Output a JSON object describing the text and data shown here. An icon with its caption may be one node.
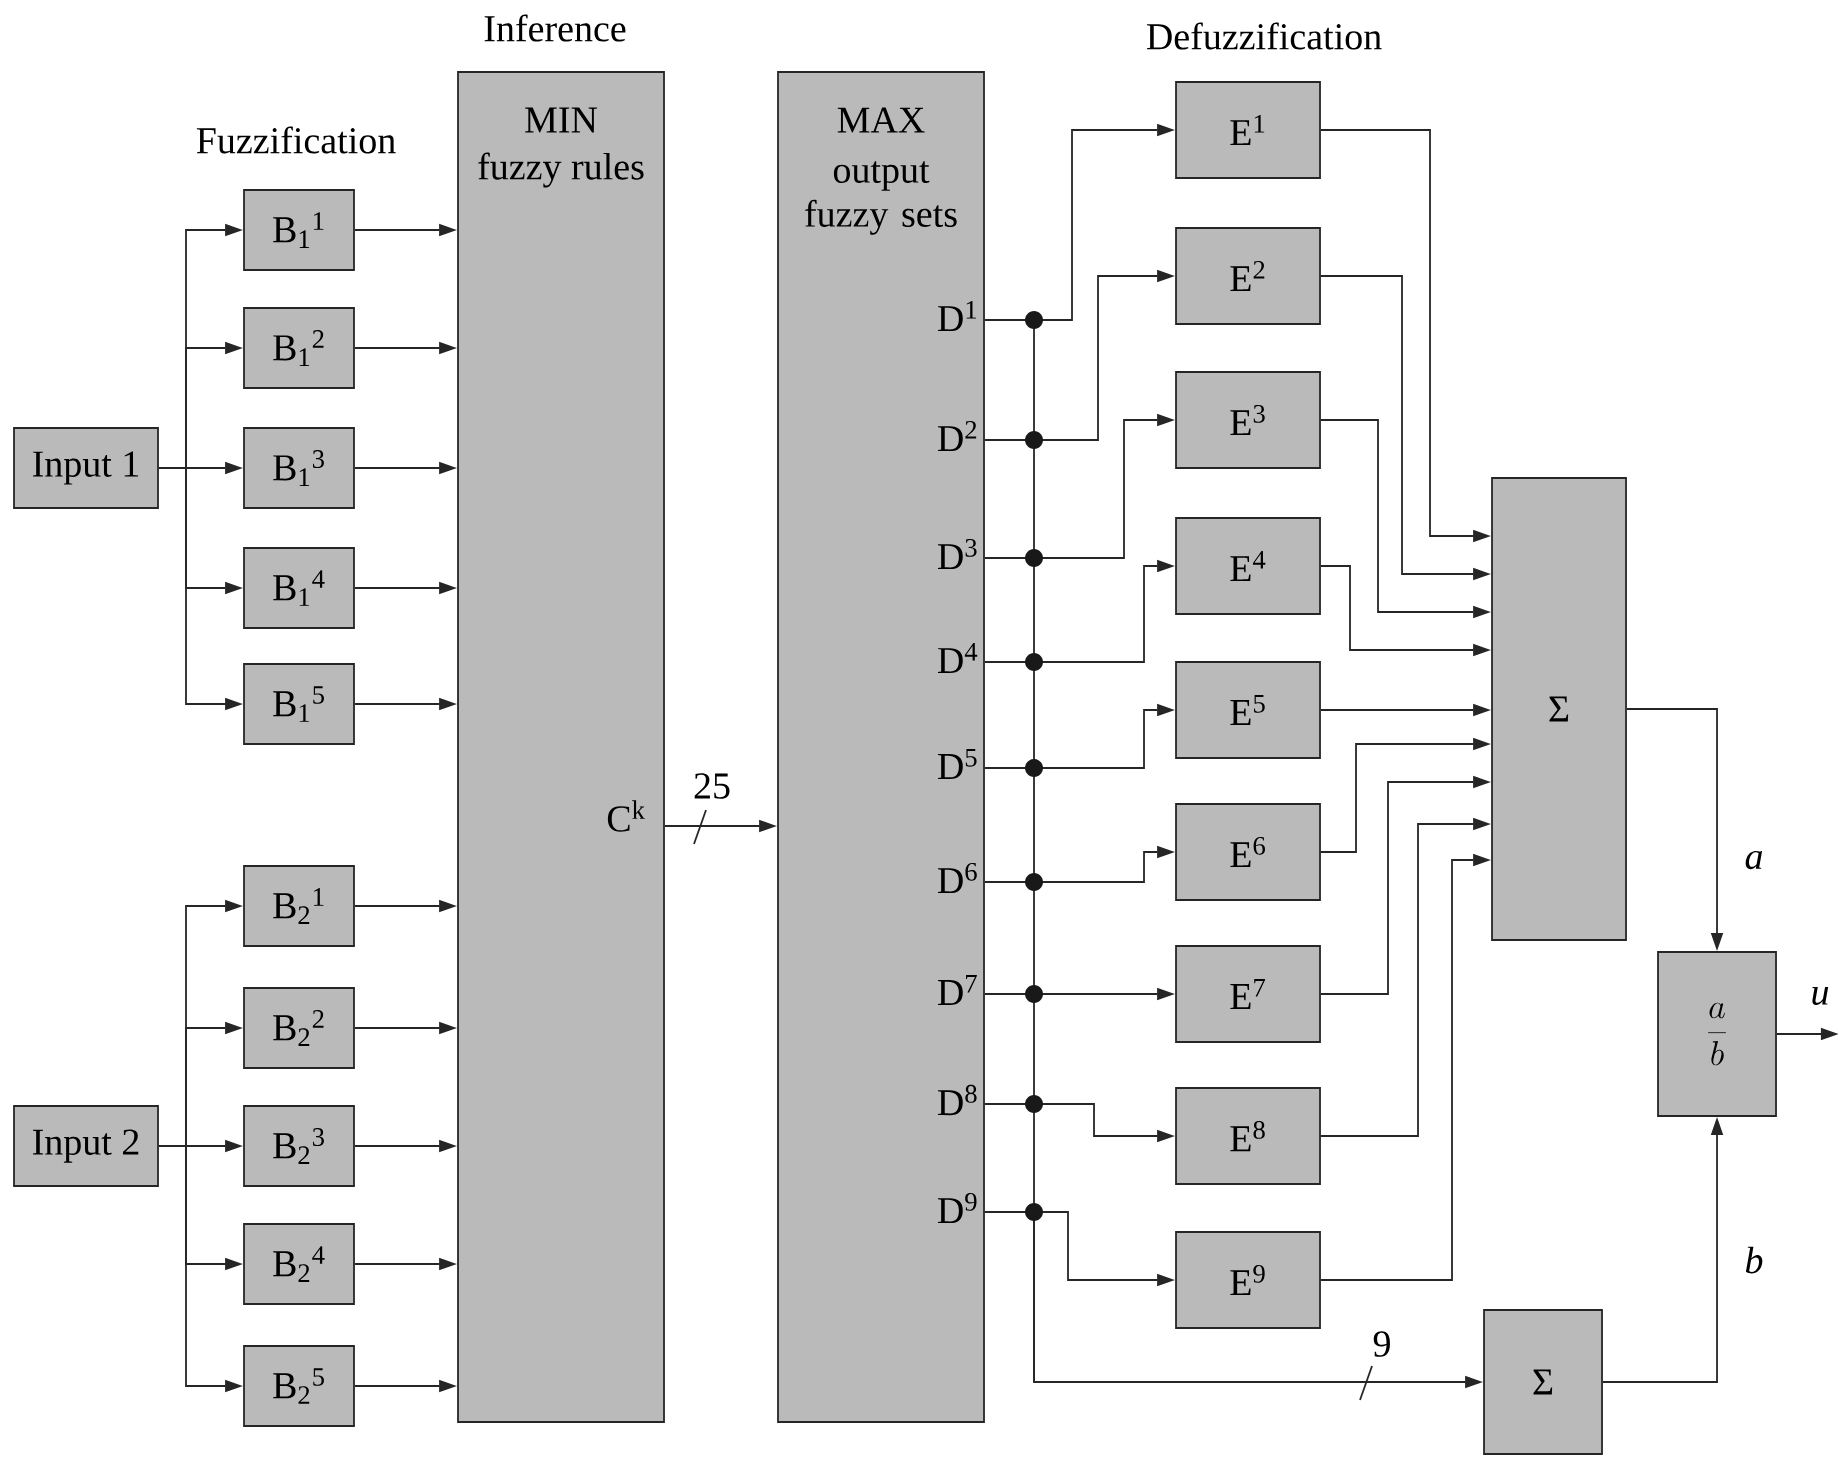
{
  "diagram": {
    "nodes": [
      {
        "text": [
          "Input 1"
        ]
      },
      {
        "text": [
          "B$_{1}$$^{1}$"
        ]
      },
      {
        "text": [
          "B$_{1}$$^{2}$"
        ]
      },
      {
        "text": [
          "B$_{1}$$^{3}$"
        ]
      },
      {
        "text": [
          "B$_{1}$$^{4}$"
        ]
      },
      {
        "text": [
          "B$_{1}$$^{5}$"
        ]
      },
      {
        "text": [
          "Input 2"
        ]
      },
      {
        "text": [
          "B$_{2}$$^{1}$"
        ]
      },
      {
        "text": [
          "B$_{2}$$^{2}$"
        ]
      },
      {
        "text": [
          "B$_{2}$$^{3}$"
        ]
      },
      {
        "text": [
          "B$_{2}$$^{4}$"
        ]
      },
      {
        "text": [
          "B$_{2}$$^{5}$"
        ]
      },
      {
        "text": [
          "Inference",
          "MIN",
          "fuzzy rules",
          "C$^{k}$"
        ]
      },
      {
        "text": [
          "MAX",
          "output fuzzy sets",
          "D$^{1}$",
          "D$^{2}$",
          "D$^{3}$",
          "D$^{4}$",
          "D$^{5}$",
          "D$^{6}$",
          "D$^{7}$",
          "D$^{8}$",
          "D$^{9}$"
        ]
      },
      {
        "text": [
          "E$^{1}$"
        ]
      },
      {
        "text": [
          "E$^{2}$"
        ]
      },
      {
        "text": [
          "E$^{3}$"
        ]
      },
      {
        "text": [
          "E$^{4}$"
        ]
      },
      {
        "text": [
          "E$^{5}$"
        ]
      },
      {
        "text": [
          "E$^{6}$"
        ]
      },
      {
        "text": [
          "E$^{7}$"
        ]
      },
      {
        "text": [
          "E$^{8}$"
        ]
      },
      {
        "text": [
          "E$^{9}$"
        ]
      },
      {
        "text": [
          "Σ"
        ]
      },
      {
        "text": [
          "\\frac{a}{b}"
        ]
      },
      {
        "text": [
          "Σ"
        ]
      }
    ],
    "edges": [
      {
        "from": 0,
        "to": 1,
        "arrow": "to"
      },
      {
        "from": 0,
        "to": 2,
        "arrow": "to"
      },
      {
        "from": 0,
        "to": 3,
        "arrow": "to"
      },
      {
        "from": 0,
        "to": 4,
        "arrow": "to"
      },
      {
        "from": 0,
        "to": 5,
        "arrow": "to"
      },
      {
        "from": 1,
        "to": 12,
        "arrow": "to"
      },
      {
        "from": 2,
        "to": 12,
        "arrow": "to"
      },
      {
        "from": 3,
        "to": 12,
        "arrow": "to"
      },
      {
        "from": 4,
        "to": 12,
        "arrow": "to"
      },
      {
        "from": 5,
        "to": 12,
        "arrow": "to"
      },
      {
        "from": 6,
        "to": 7,
        "arrow": "to"
      },
      {
        "from": 6,
        "to": 8,
        "arrow": "to"
      },
      {
        "from": 6,
        "to": 9,
        "arrow": "to"
      },
      {
        "from": 6,
        "to": 10,
        "arrow": "to"
      },
      {
        "from": 6,
        "to": 11,
        "arrow": "to"
      },
      {
        "from": 7,
        "to": 12,
        "arrow": "to"
      },
      {
        "from": 8,
        "to": 12,
        "arrow": "to"
      },
      {
        "from": 9,
        "to": 12,
        "arrow": "to"
      },
      {
        "from": 10,
        "to": 12,
        "arrow": "to"
      },
      {
        "from": 11,
        "to": 12,
        "arrow": "to"
      },
      {
        "from": 12,
        "to": 13,
        "arrow": "to",
        "label": "25"
      },
      {
        "from": 13,
        "to": 14,
        "arrow": "to"
      },
      {
        "from": 13,
        "to": 15,
        "arrow": "to"
      },
      {
        "from": 13,
        "to": 16,
        "arrow": "to"
      },
      {
        "from": 13,
        "to": 17,
        "arrow": "to"
      },
      {
        "from": 13,
        "to": 18,
        "arrow": "to"
      },
      {
        "from": 13,
        "to": 19,
        "arrow": "to"
      },
      {
        "from": 13,
        "to": 20,
        "arrow": "to"
      },
      {
        "from": 13,
        "to": 21,
        "arrow": "to"
      },
      {
        "from": 13,
        "to": 22,
        "arrow": "to"
      },
      {
        "from": 13,
        "to": 25,
        "arrow": "to",
        "label": "9"
      },
      {
        "from": 14,
        "to": 23,
        "arrow": "to"
      },
      {
        "from": 15,
        "to": 23,
        "arrow": "to"
      },
      {
        "from": 16,
        "to": 23,
        "arrow": "to"
      },
      {
        "from": 17,
        "to": 23,
        "arrow": "to"
      },
      {
        "from": 18,
        "to": 23,
        "arrow": "to"
      },
      {
        "from": 19,
        "to": 23,
        "arrow": "to"
      },
      {
        "from": 20,
        "to": 23,
        "arrow": "to"
      },
      {
        "from": 21,
        "to": 23,
        "arrow": "to"
      },
      {
        "from": 22,
        "to": 23,
        "arrow": "to"
      },
      {
        "from": 23,
        "to": 24,
        "arrow": "to",
        "label": "a"
      },
      {
        "from": 25,
        "to": 24,
        "arrow": "to",
        "label": "b"
      },
      {
        "from": 24,
        "to": null,
        "arrow": "to",
        "label": "u"
      }
    ],
    "labels": [
      "Fuzzification",
      "Defuzzification"
    ]
  }
}
